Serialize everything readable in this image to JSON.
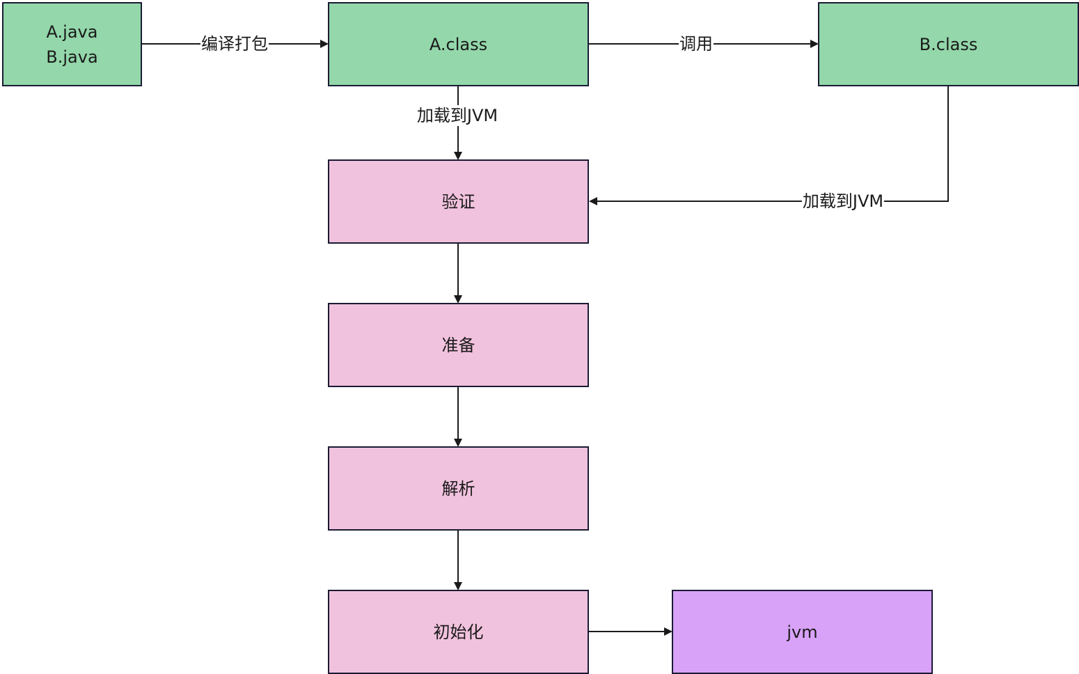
{
  "nodes": {
    "java_sources": {
      "label": "A.java\nB.java"
    },
    "a_class": {
      "label": "A.class"
    },
    "b_class": {
      "label": "B.class"
    },
    "verify": {
      "label": "验证"
    },
    "prepare": {
      "label": "准备"
    },
    "resolve": {
      "label": "解析"
    },
    "initialize": {
      "label": "初始化"
    },
    "jvm": {
      "label": "jvm"
    }
  },
  "edges": {
    "compile": {
      "label": "编译打包"
    },
    "invoke": {
      "label": "调用"
    },
    "load_a": {
      "label": "加载到JVM"
    },
    "load_b": {
      "label": "加载到JVM"
    }
  },
  "colors": {
    "green": "#93d7aa",
    "pink": "#f1c2dd",
    "purple": "#d8a2f8",
    "stroke": "#1a1a33"
  }
}
